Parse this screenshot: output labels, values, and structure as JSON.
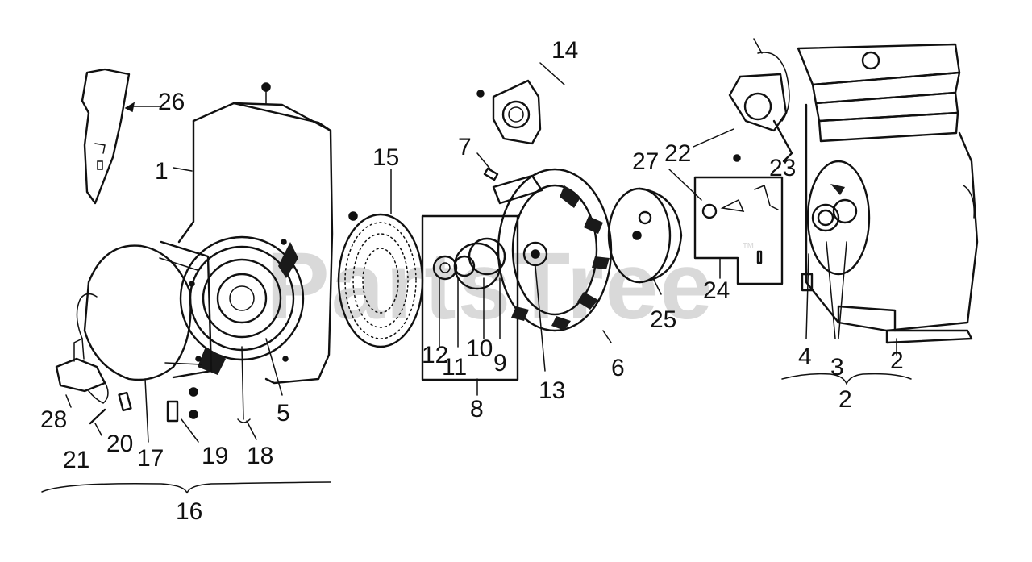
{
  "watermark": {
    "text": "PartsTree",
    "mark": "™"
  },
  "callouts": {
    "c1": "1",
    "c2a": "2",
    "c2b": "2",
    "c3": "3",
    "c4": "4",
    "c5": "5",
    "c6": "6",
    "c7": "7",
    "c8": "8",
    "c9": "9",
    "c10": "10",
    "c11": "11",
    "c12": "12",
    "c13": "13",
    "c14": "14",
    "c15": "15",
    "c16": "16",
    "c17": "17",
    "c18": "18",
    "c19": "19",
    "c20": "20",
    "c21": "21",
    "c22": "22",
    "c23": "23",
    "c24": "24",
    "c25": "25",
    "c26": "26",
    "c27": "27",
    "c28": "28"
  },
  "colors": {
    "ink": "#111111",
    "paper": "#ffffff",
    "watermark": "#d9d9d9"
  }
}
